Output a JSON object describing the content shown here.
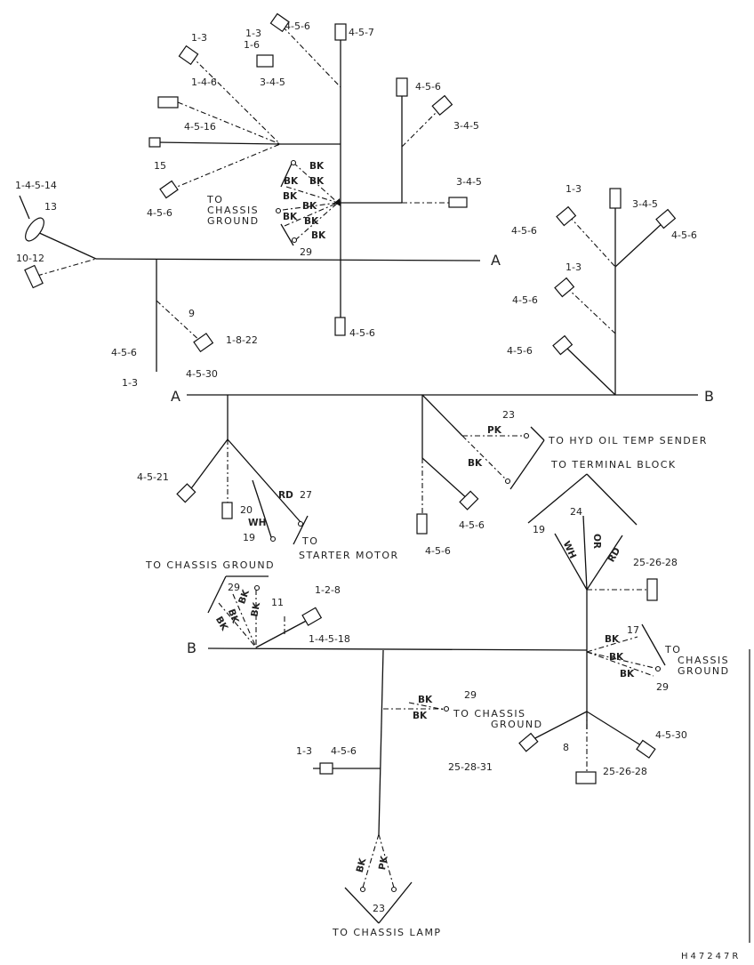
{
  "section_markers": {
    "a": "A",
    "b": "B"
  },
  "labels": {
    "l_1_4_5_14": "1-4-5-14",
    "l_13": "13",
    "l_10_12": "10-12",
    "l_1_3_a": "1-3",
    "l_1_4_6": "1-4-6",
    "l_4_5_16": "4-5-16",
    "l_15": "15",
    "l_4_5_6_a": "4-5-6",
    "l_1_3_b": "1-3",
    "l_4_5_6_b": "4-5-6",
    "l_1_6": "1-6",
    "l_3_4_5_a": "3-4-5",
    "l_4_5_7": "4-5-7",
    "l_4_5_6_c": "4-5-6",
    "l_3_4_5_b": "3-4-5",
    "l_3_4_5_c": "3-4-5",
    "l_29_a": "29",
    "l_4_5_6_d": "4-5-6",
    "l_9": "9",
    "l_1_8_22": "1-8-22",
    "l_4_5_6_e": "4-5-6",
    "l_1_3_c": "1-3",
    "l_4_5_30_a": "4-5-30",
    "l_1_3_d": "1-3",
    "l_4_5_6_f": "4-5-6",
    "l_3_4_5_d": "3-4-5",
    "l_4_5_6_g": "4-5-6",
    "l_1_3_e": "1-3",
    "l_4_5_6_h": "4-5-6",
    "l_4_5_6_i": "4-5-6",
    "l_4_5_21": "4-5-21",
    "l_20": "20",
    "l_27": "27",
    "l_19_a": "19",
    "l_23_a": "23",
    "l_4_5_6_j": "4-5-6",
    "l_4_5_6_k": "4-5-6",
    "l_24": "24",
    "l_19_b": "19",
    "l_25_26_28_a": "25-26-28",
    "l_29_b": "29",
    "l_11": "11",
    "l_1_2_8": "1-2-8",
    "l_1_4_5_18": "1-4-5-18",
    "l_17": "17",
    "l_29_c": "29",
    "l_29_d": "29",
    "l_1_3_f": "1-3",
    "l_4_5_6_l": "4-5-6",
    "l_8": "8",
    "l_4_5_30_b": "4-5-30",
    "l_25_28_31": "25-28-31",
    "l_25_26_28_b": "25-26-28",
    "l_23_b": "23"
  },
  "wire_colors": {
    "bk": "BK",
    "pk": "PK",
    "rd": "RD",
    "wh": "WH",
    "or": "OR"
  },
  "destinations": {
    "chassis_ground_top": "TO\nCHASSIS\nGROUND",
    "hyd_oil_temp_sender": "TO HYD OIL TEMP SENDER",
    "terminal_block": "TO TERMINAL BLOCK",
    "starter_motor": "TO\nSTARTER MOTOR",
    "chassis_ground_left": "TO CHASSIS GROUND",
    "chassis_ground_right": "TO\nCHASSIS\nGROUND",
    "chassis_ground_mid": "TO CHASSIS\nGROUND",
    "chassis_lamp": "TO CHASSIS LAMP"
  },
  "figure_id": "H47247R"
}
